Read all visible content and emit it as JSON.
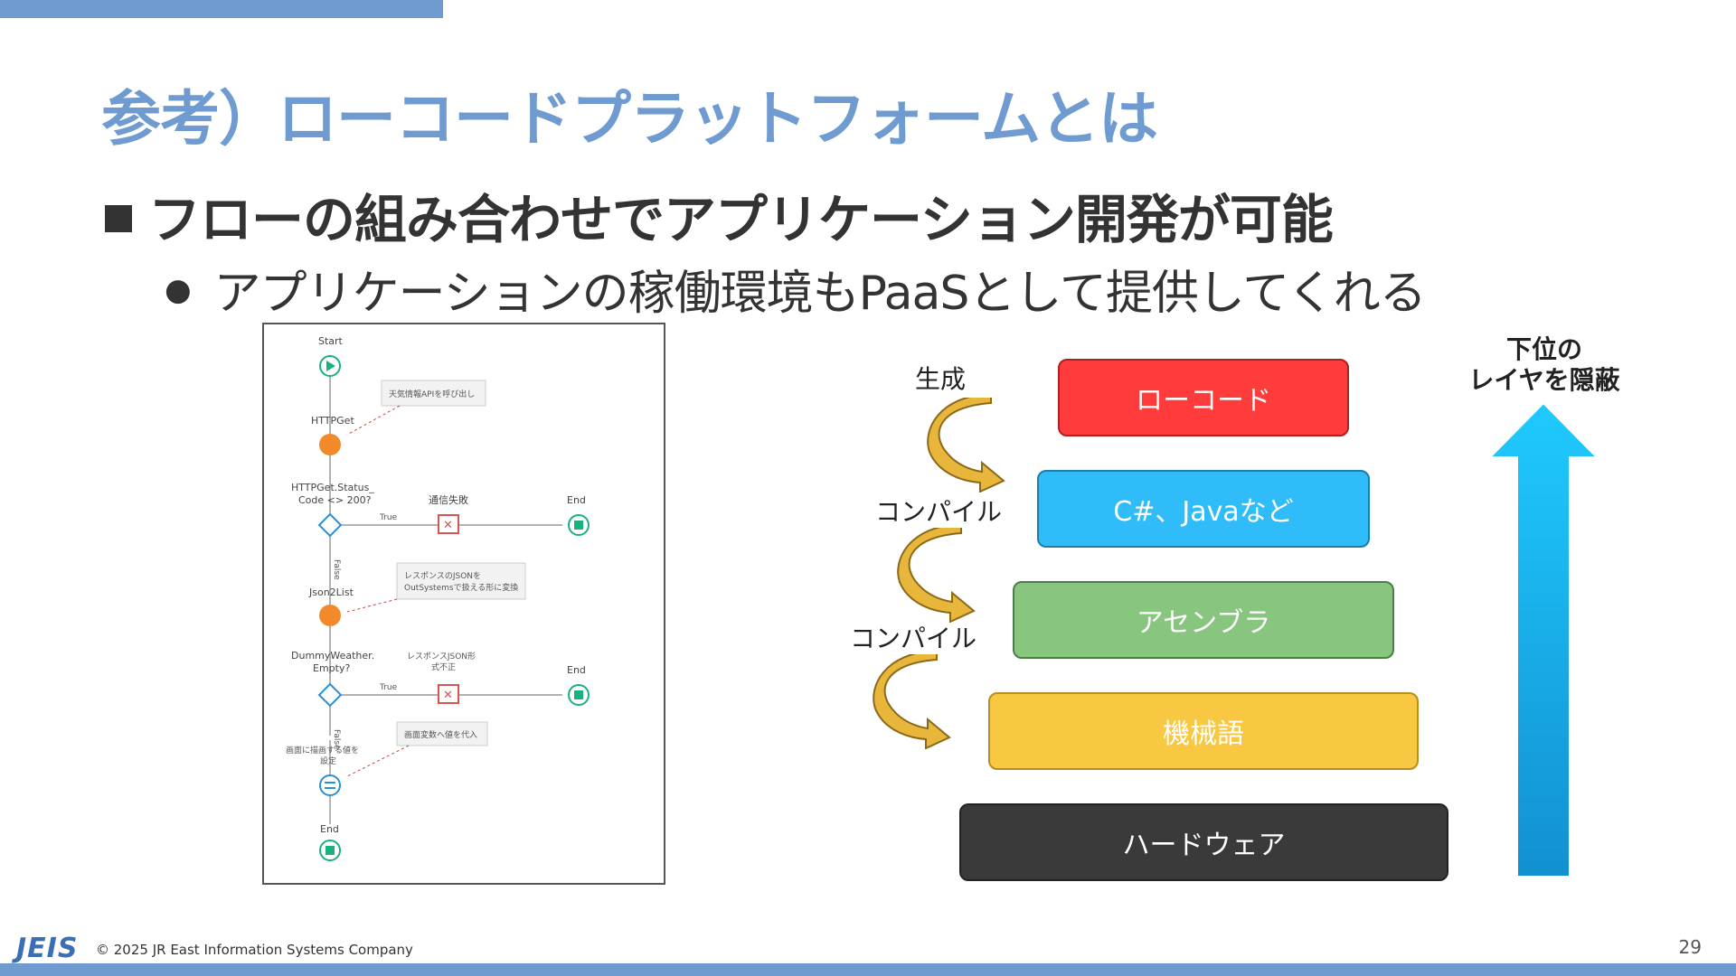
{
  "slide": {
    "title": "参考）ローコードプラットフォームとは",
    "bullet_main": "フローの組み合わせでアプリケーション開発が可能",
    "bullet_sub": "アプリケーションの稼働環境もPaaSとして提供してくれる",
    "page_number": "29"
  },
  "flow": {
    "start": "Start",
    "note1": "天気情報APIを呼び出し",
    "httpget": "HTTPGet",
    "cond1_line1": "HTTPGet.Status_",
    "cond1_line2": "Code <> 200?",
    "true1": "True",
    "err1": "通信失敗",
    "end1": "End",
    "false1": "False",
    "note2_line1": "レスポンスのJSONを",
    "note2_line2": "OutSystemsで扱える形に変換",
    "json2list": "Json2List",
    "cond2_line1": "DummyWeather.",
    "cond2_line2": "Empty?",
    "true2": "True",
    "err2_line1": "レスポンスJSON形",
    "err2_line2": "式不正",
    "end2": "End",
    "false2": "False",
    "note3": "画面変数へ値を代入",
    "assign_line1": "画面に描画する値を",
    "assign_line2": "設定",
    "end3": "End"
  },
  "stack": {
    "layers": [
      "ローコード",
      "C#、Javaなど",
      "アセンブラ",
      "機械語",
      "ハードウェア"
    ],
    "generate_label": "生成",
    "compile_label_1": "コンパイル",
    "compile_label_2": "コンパイル",
    "hide_line1": "下位の",
    "hide_line2": "レイヤを隠蔽"
  },
  "footer": {
    "logo": "JEIS",
    "copyright": "© 2025 JR East Information Systems Company"
  },
  "colors": {
    "accent": "#6f9bd0",
    "lowcode": "#ff3b3b",
    "csharp": "#2fbcf8",
    "assembler": "#88c57e",
    "machine": "#f8c843",
    "hardware": "#3a3a3a",
    "curve_arrow": "#e8b63a",
    "up_arrow": "#1aa8e8"
  }
}
